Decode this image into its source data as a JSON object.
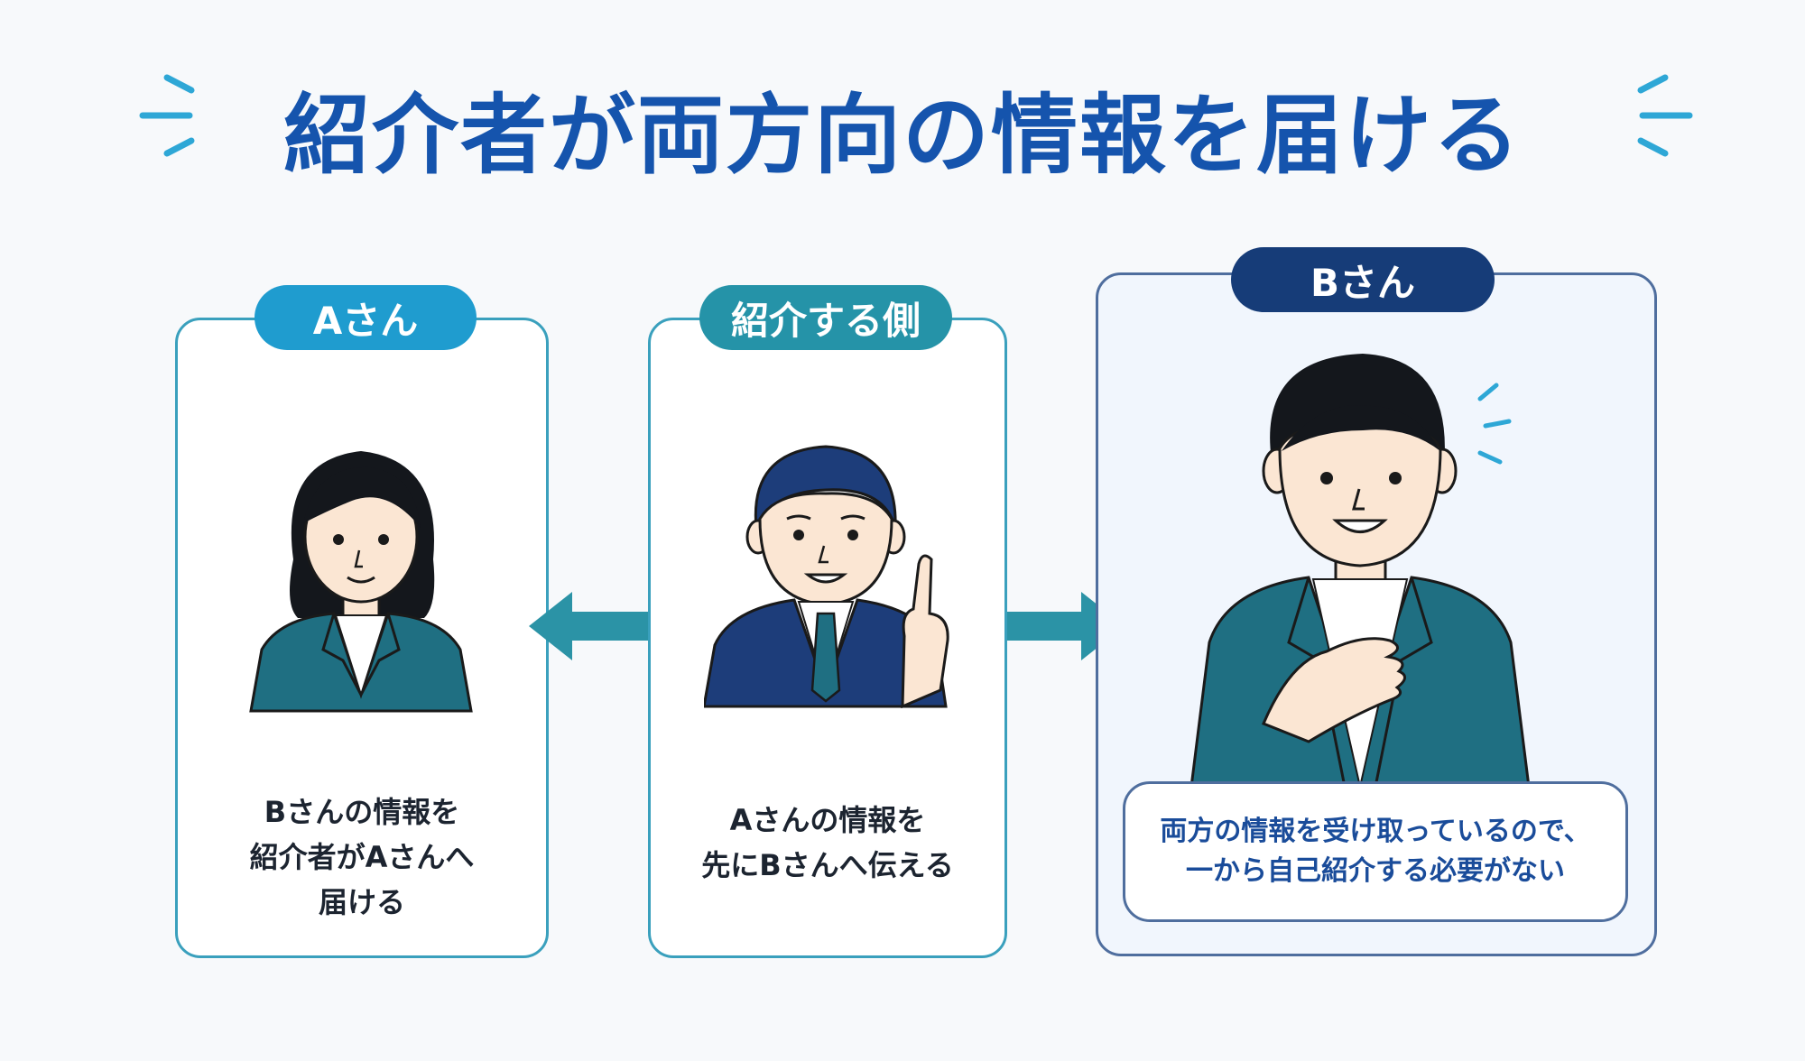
{
  "title": "紹介者が両方向の情報を届ける",
  "panels": {
    "a": {
      "label": "Aさん",
      "caption": "Bさんの情報を\n紹介者がAさんへ\n届ける"
    },
    "introducer": {
      "label": "紹介する側",
      "caption": "Aさんの情報を\n先にBさんへ伝える"
    },
    "b": {
      "label": "Bさん",
      "callout": "両方の情報を受け取っているので、\n一から自己紹介する必要がない"
    }
  },
  "colors": {
    "title": "#1554ad",
    "pill_a": "#1f9ccf",
    "pill_introducer": "#2593a8",
    "pill_b": "#163c78",
    "arrow": "#2b93a6",
    "jacket_teal": "#1f6f82",
    "suit_navy": "#1d3d7a"
  },
  "icons": [
    "sparkle-icon",
    "arrow-left-icon",
    "arrow-right-icon"
  ]
}
